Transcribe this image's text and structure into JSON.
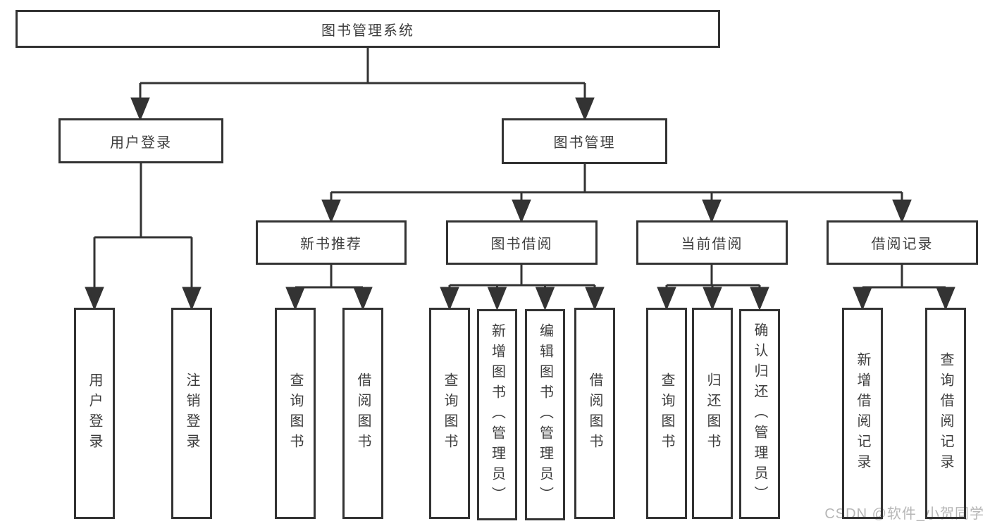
{
  "tree": {
    "label": "图书管理系统",
    "children": [
      {
        "label": "用户登录",
        "children": [
          {
            "label": "用户登录"
          },
          {
            "label": "注销登录"
          }
        ]
      },
      {
        "label": "图书管理",
        "children": [
          {
            "label": "新书推荐",
            "children": [
              {
                "label": "查询图书"
              },
              {
                "label": "借阅图书"
              }
            ]
          },
          {
            "label": "图书借阅",
            "children": [
              {
                "label": "查询图书"
              },
              {
                "label": "新增图书（管理员）"
              },
              {
                "label": "编辑图书（管理员）"
              },
              {
                "label": "借阅图书"
              }
            ]
          },
          {
            "label": "当前借阅",
            "children": [
              {
                "label": "查询图书"
              },
              {
                "label": "归还图书"
              },
              {
                "label": "确认归还（管理员）"
              }
            ]
          },
          {
            "label": "借阅记录",
            "children": [
              {
                "label": "新增借阅记录"
              },
              {
                "label": "查询借阅记录"
              }
            ]
          }
        ]
      }
    ]
  },
  "watermark": {
    "text": "CSDN @软件_小贺同学"
  },
  "colors": {
    "line": "#333333",
    "text": "#3d3d3d",
    "watermark": "#b6b6b6",
    "background": "#ffffff"
  }
}
